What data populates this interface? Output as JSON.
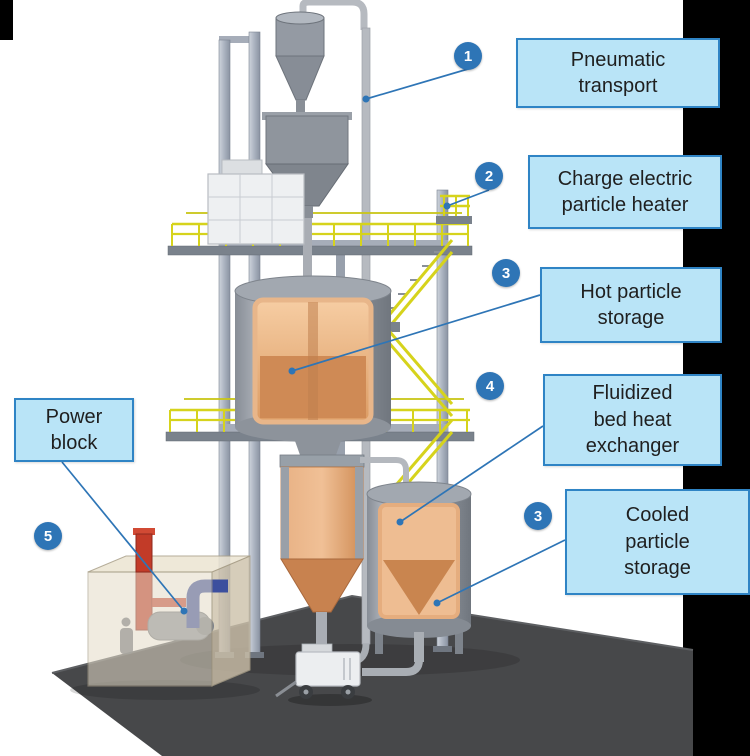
{
  "labels": [
    {
      "number": "1",
      "text": "Pneumatic\ntransport"
    },
    {
      "number": "2",
      "text": "Charge electric\nparticle heater"
    },
    {
      "number": "3",
      "text": "Hot particle\nstorage"
    },
    {
      "number": "4",
      "text": "Fluidized\nbed heat\nexchanger"
    },
    {
      "number": "3",
      "text": "Cooled\nparticle\nstorage"
    },
    {
      "number": "5",
      "text": "Power\nblock"
    }
  ],
  "colors": {
    "callout_fill": "#b9e4f7",
    "callout_border": "#2f84c5",
    "badge_fill": "#2e75b6",
    "badge_text": "#ffffff",
    "leader_line": "#2e75b6",
    "backdrop_strip": "#000000",
    "floor": "#47484a",
    "railing_yellow": "#d6d31c",
    "steel_gray": "#9aa2b0",
    "particle_tan": "#d08c55",
    "chimney_red": "#c23b28",
    "duct_blue": "#3c4f9e"
  }
}
